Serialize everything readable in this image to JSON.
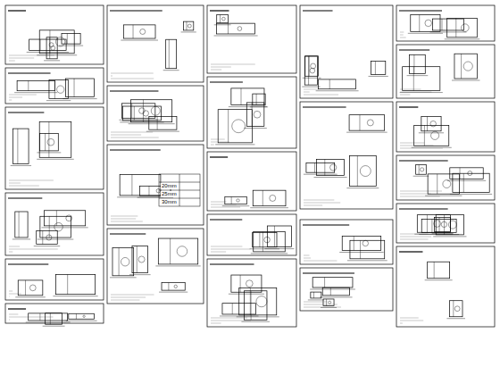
{
  "diagram": {
    "labels": [
      "20mm",
      "25mm",
      "30mm"
    ]
  }
}
